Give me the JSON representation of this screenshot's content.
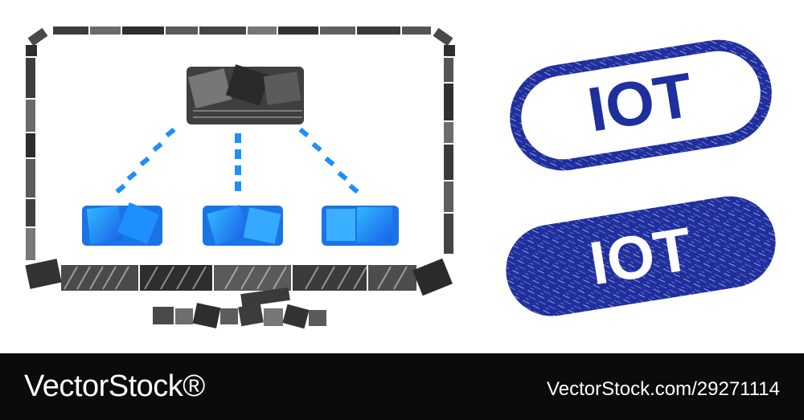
{
  "stamps": {
    "outline_label": "IOT",
    "filled_label": "IOT",
    "color": "#1f2f9e"
  },
  "icon": {
    "name": "monitor-hierarchy-mosaic-icon",
    "frame_color": "#555555",
    "node_color": "#1e8fff"
  },
  "footer": {
    "brand": "VectorStock®",
    "asset_id": "VectorStock.com/29271114"
  }
}
